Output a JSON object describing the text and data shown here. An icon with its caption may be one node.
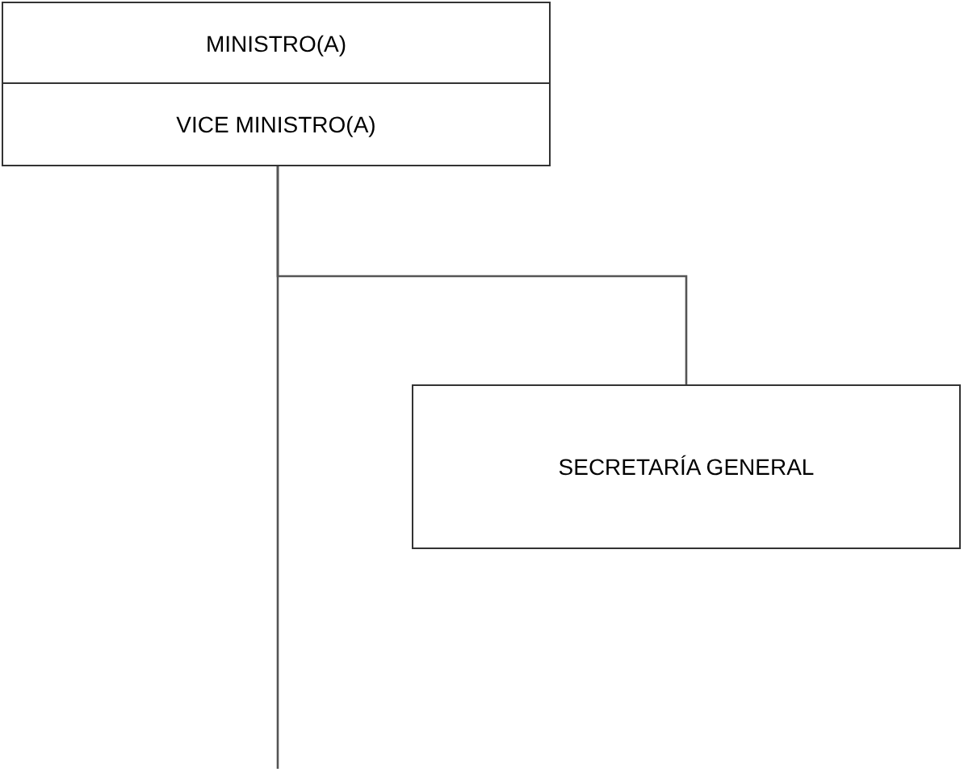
{
  "diagram": {
    "nodes": [
      {
        "text": [
          "MINISTRO(A)"
        ]
      },
      {
        "text": [
          "VICE MINISTRO(A)"
        ]
      },
      {
        "text": [
          "SECRETARÍA GENERAL"
        ]
      }
    ],
    "edges": [
      {
        "from": 1,
        "to": 2,
        "arrow": "none"
      },
      {
        "from": 1,
        "to": null,
        "arrow": "none"
      }
    ]
  }
}
